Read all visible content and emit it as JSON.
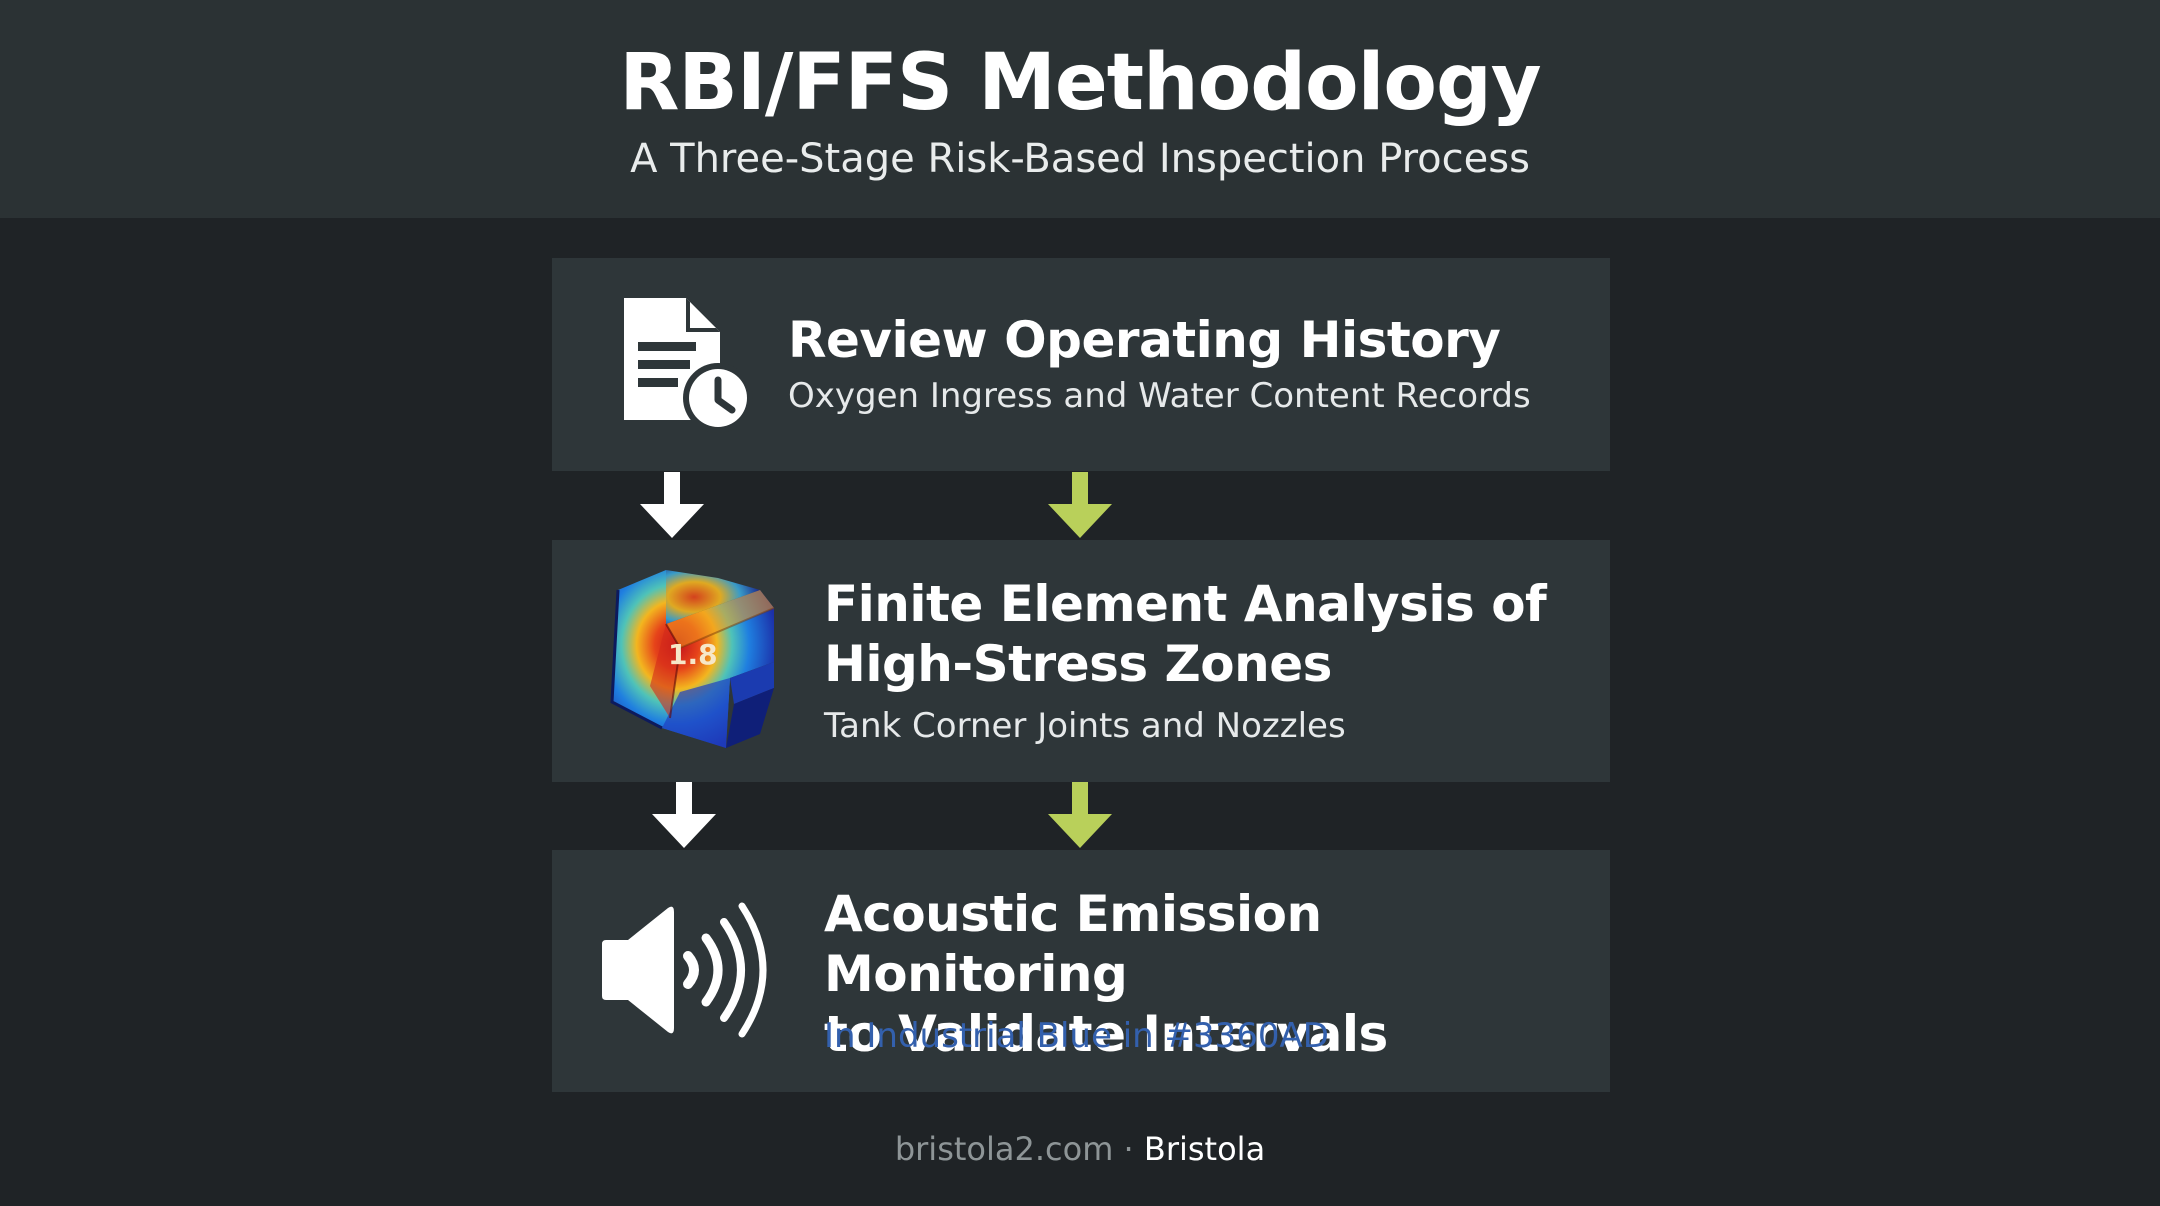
{
  "header": {
    "title": "RBI/FFS Methodology",
    "subtitle": "A Three-Stage Risk-Based Inspection Process"
  },
  "steps": [
    {
      "title": "Review Operating History",
      "subtitle": "Oxygen Ingress and Water Content Records",
      "icon": "document-clock-icon"
    },
    {
      "title_line1": "Finite Element Analysis of",
      "title_line2": "High-Stress Zones",
      "subtitle": "Tank Corner Joints and Nozzles",
      "icon": "fea-stress-model-icon",
      "icon_value": "1.8"
    },
    {
      "title_line1": "Acoustic Emission Monitoring",
      "title_line2": "to Validate Intervals",
      "subtitle": "In Industrial Blue in #3360AD",
      "icon": "speaker-sound-icon"
    }
  ],
  "footer": {
    "site": "bristola2.com · ",
    "brand": "Bristola"
  },
  "colors": {
    "background": "#1f2326",
    "header_background": "#2b3234",
    "card_background": "#2e3639",
    "arrow_white": "#ffffff",
    "arrow_green": "#b9d05a",
    "industrial_blue": "#3360ad"
  }
}
